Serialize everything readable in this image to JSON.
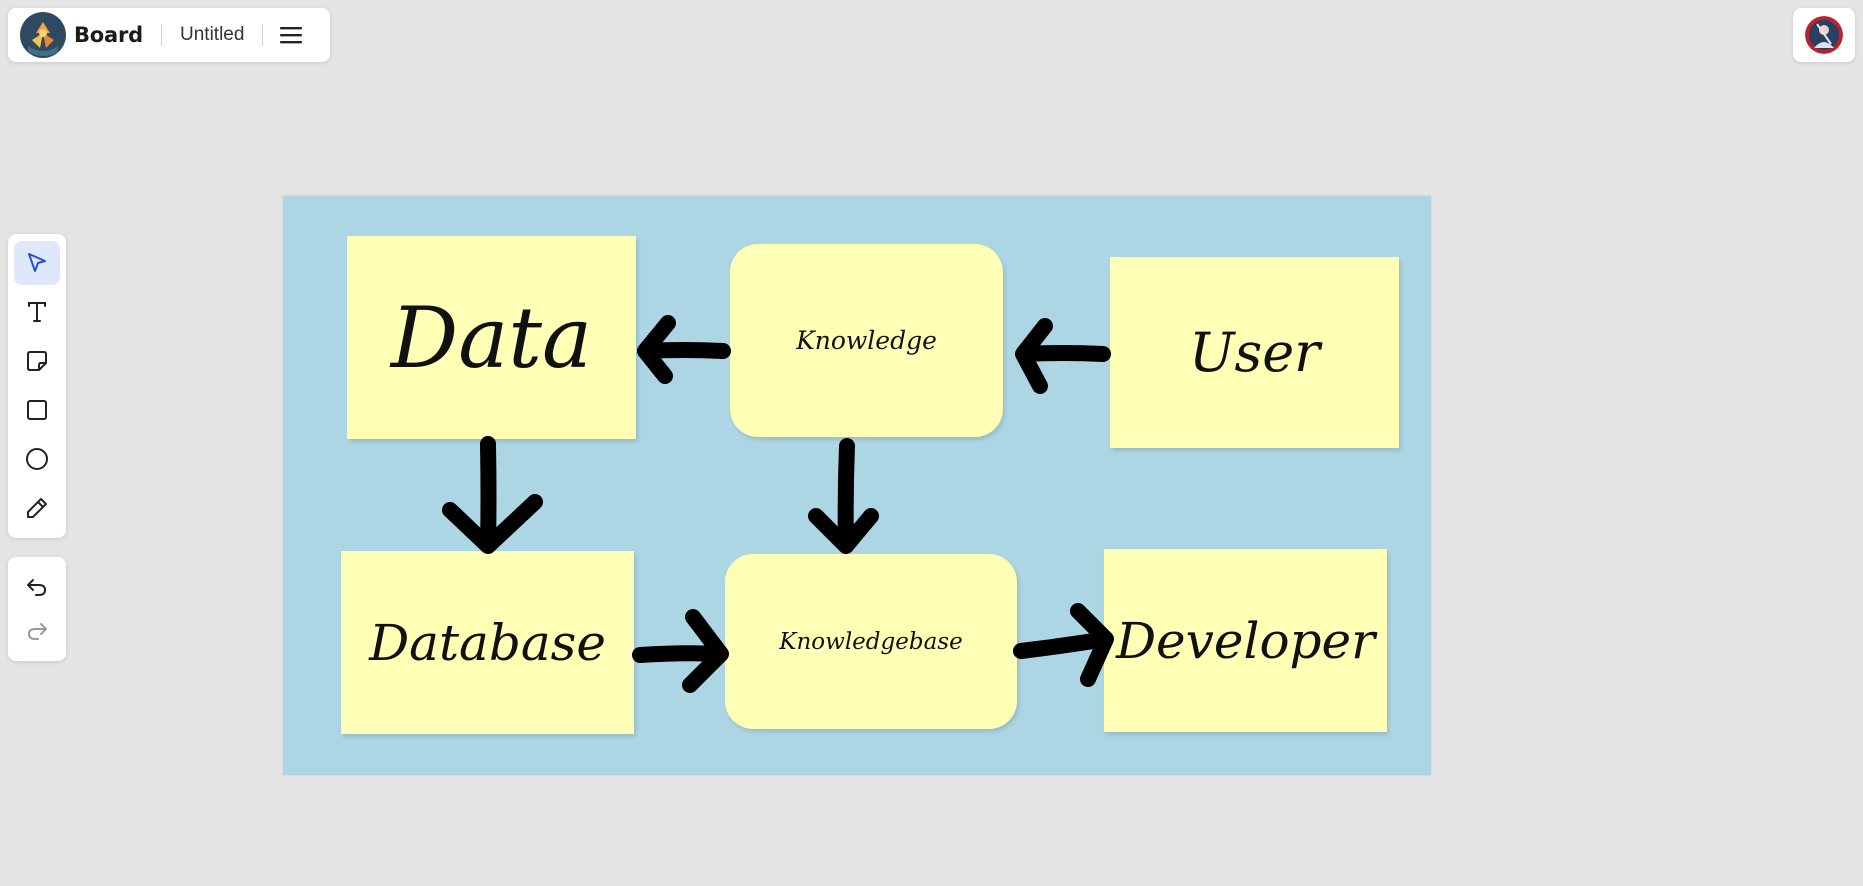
{
  "header": {
    "app_name": "Board",
    "document_title": "Untitled",
    "menu_icon": "hamburger-menu-icon",
    "logo_icon": "board-logo-icon"
  },
  "avatar": {
    "icon": "user-avatar"
  },
  "toolbar": {
    "tools": [
      {
        "name": "select-tool",
        "icon": "cursor-arrow-icon",
        "active": true
      },
      {
        "name": "text-tool",
        "icon": "text-t-icon",
        "active": false
      },
      {
        "name": "sticky-note-tool",
        "icon": "sticky-note-icon",
        "active": false
      },
      {
        "name": "rectangle-tool",
        "icon": "square-icon",
        "active": false
      },
      {
        "name": "ellipse-tool",
        "icon": "circle-icon",
        "active": false
      },
      {
        "name": "pen-tool",
        "icon": "pencil-icon",
        "active": false
      }
    ],
    "history": [
      {
        "name": "undo-button",
        "icon": "undo-icon",
        "enabled": true
      },
      {
        "name": "redo-button",
        "icon": "redo-icon",
        "enabled": false
      }
    ]
  },
  "canvas": {
    "frame_color": "#add6e4",
    "note_color": "#ffffb5",
    "notes": {
      "data": "Data",
      "knowledge": "Knowledge",
      "user": "User",
      "database": "Database",
      "knowledgebase": "Knowledgebase",
      "developer": "Developer"
    }
  }
}
